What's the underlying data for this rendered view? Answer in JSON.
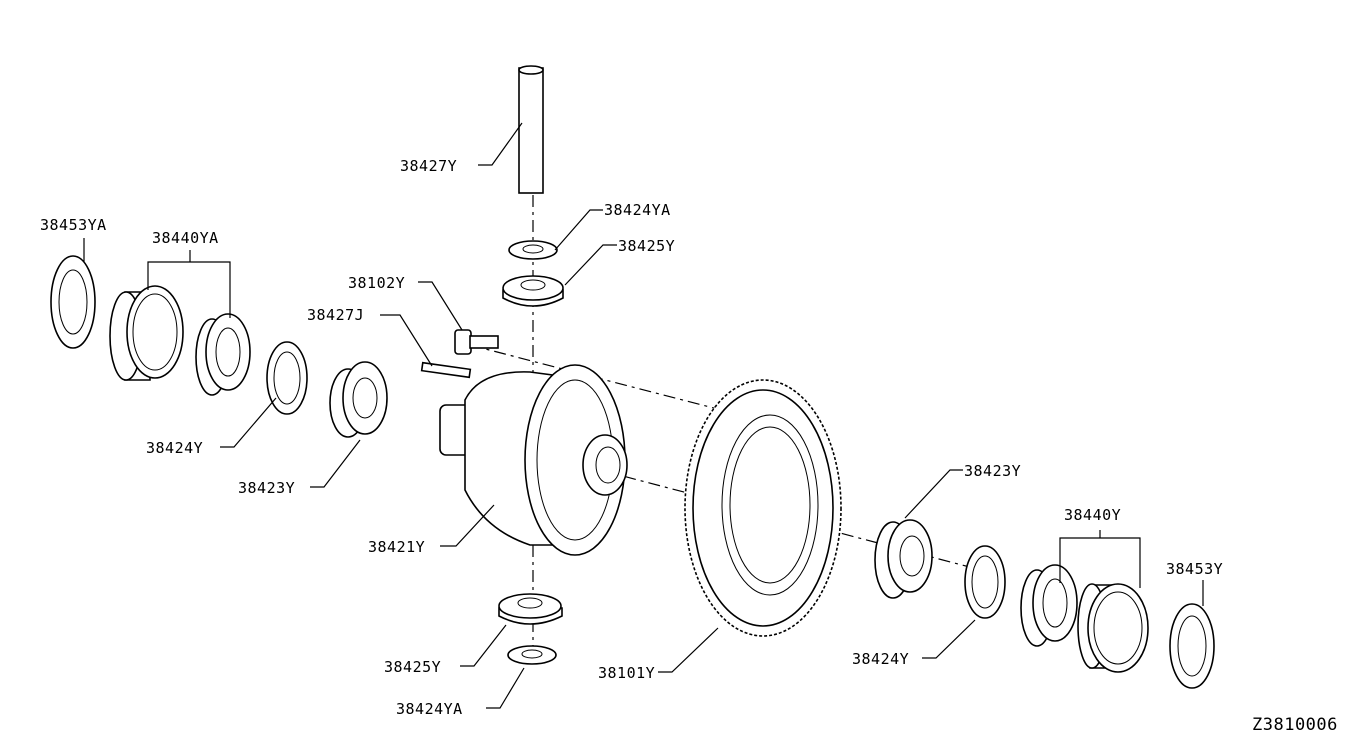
{
  "diagram_id": "Z3810006",
  "labels": {
    "l_38427Y": "38427Y",
    "l_38424YA_top": "38424YA",
    "l_38425Y_top": "38425Y",
    "l_38102Y": "38102Y",
    "l_38427J": "38427J",
    "l_38453YA": "38453YA",
    "l_38440YA": "38440YA",
    "l_38424Y_left": "38424Y",
    "l_38423Y_left": "38423Y",
    "l_38421Y": "38421Y",
    "l_38425Y_bottom": "38425Y",
    "l_38424YA_bottom": "38424YA",
    "l_38101Y": "38101Y",
    "l_38423Y_right": "38423Y",
    "l_38440Y": "38440Y",
    "l_38453Y": "38453Y",
    "l_38424Y_right": "38424Y"
  }
}
